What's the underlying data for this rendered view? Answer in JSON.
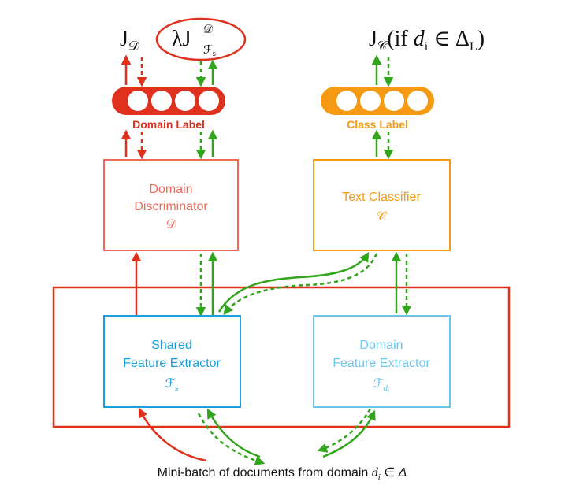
{
  "objectives": {
    "domain_loss": {
      "main": "J",
      "sub": "𝒟"
    },
    "adversarial_loss": {
      "lambda": "λ",
      "main": "J",
      "sub": "ℱ",
      "subsub": "s",
      "sup": "𝒟"
    },
    "class_loss": {
      "main": "J",
      "sub": "𝒞",
      "condition": "(if ",
      "var": "d",
      "var_sub": "i",
      "in": " ∈ Δ",
      "delta_sub": "L",
      "close": ")"
    }
  },
  "outputs": {
    "domain_label": "Domain Label",
    "class_label": "Class Label"
  },
  "boxes": {
    "discriminator": {
      "line1": "Domain",
      "line2": "Discriminator",
      "symbol": "𝒟"
    },
    "classifier": {
      "line1": "Text Classifier",
      "symbol": "𝒞"
    },
    "shared_extractor": {
      "line1": "Shared",
      "line2": "Feature Extractor",
      "symbol": "ℱ",
      "symbol_sub": "s"
    },
    "domain_extractor": {
      "line1": "Domain",
      "line2": "Feature Extractor",
      "symbol": "ℱ",
      "symbol_sub": "d",
      "symbol_subsub": "i"
    }
  },
  "input": {
    "caption": "Mini-batch of documents from domain ",
    "var": "d",
    "var_sub": "i",
    "tail": " ∈ Δ"
  },
  "colors": {
    "red": "#e0301e",
    "salmon": "#ee6b5a",
    "orange": "#f79a13",
    "blue": "#1ba0de",
    "light_blue": "#6cc6ee",
    "green": "#33a51c"
  }
}
